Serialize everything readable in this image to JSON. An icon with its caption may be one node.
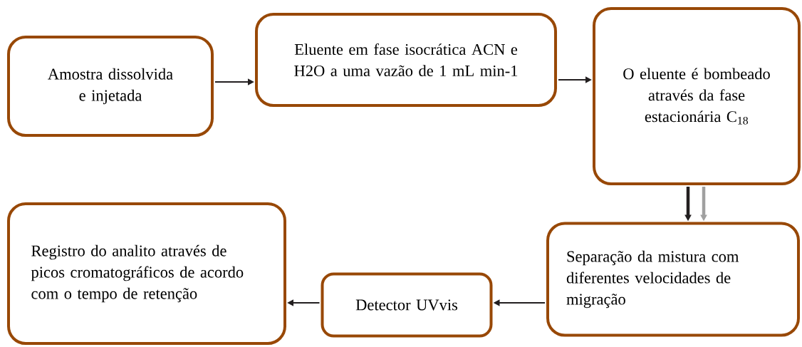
{
  "diagram": {
    "nodes": [
      {
        "text": [
          "Amostra dissolvida e injetada"
        ]
      },
      {
        "text": [
          "Eluente em fase isocrática ACN e H2O a uma vazão de 1 mL min-1"
        ]
      },
      {
        "text": [
          "O eluente é bombeado através da fase estacionária C$_{18}$"
        ]
      },
      {
        "text": [
          "Separação da mistura com diferentes velocidades de migração"
        ]
      },
      {
        "text": [
          "Detector UVvis"
        ]
      },
      {
        "text": [
          "Registro do analito através de picos cromatográficos de acordo com o tempo de retenção"
        ]
      }
    ],
    "edges": [
      {
        "from": 0,
        "to": 1,
        "arrow": "to"
      },
      {
        "from": 1,
        "to": 2,
        "arrow": "to"
      },
      {
        "from": 2,
        "to": 3,
        "arrow": "to",
        "style": "thick"
      },
      {
        "from": 2,
        "to": 3,
        "arrow": "to",
        "style": "thick",
        "color": "#a0a0a0"
      },
      {
        "from": 3,
        "to": 4,
        "arrow": "to"
      },
      {
        "from": 4,
        "to": 5,
        "arrow": "to"
      }
    ]
  }
}
